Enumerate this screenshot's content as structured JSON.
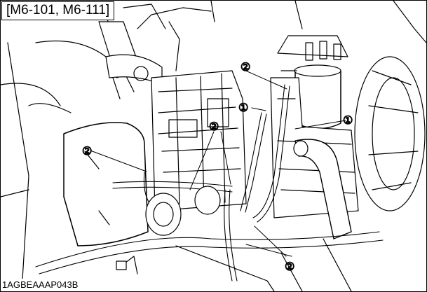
{
  "figure": {
    "model_label": "[M6-101, M6-111]",
    "figure_code": "1AGBEAAAP043B"
  },
  "callouts": [
    {
      "id": "c1",
      "label": "②"
    },
    {
      "id": "c2",
      "label": "①"
    },
    {
      "id": "c3",
      "label": "①"
    },
    {
      "id": "c4",
      "label": "②"
    },
    {
      "id": "c5",
      "label": "②"
    },
    {
      "id": "c6",
      "label": "②"
    }
  ]
}
